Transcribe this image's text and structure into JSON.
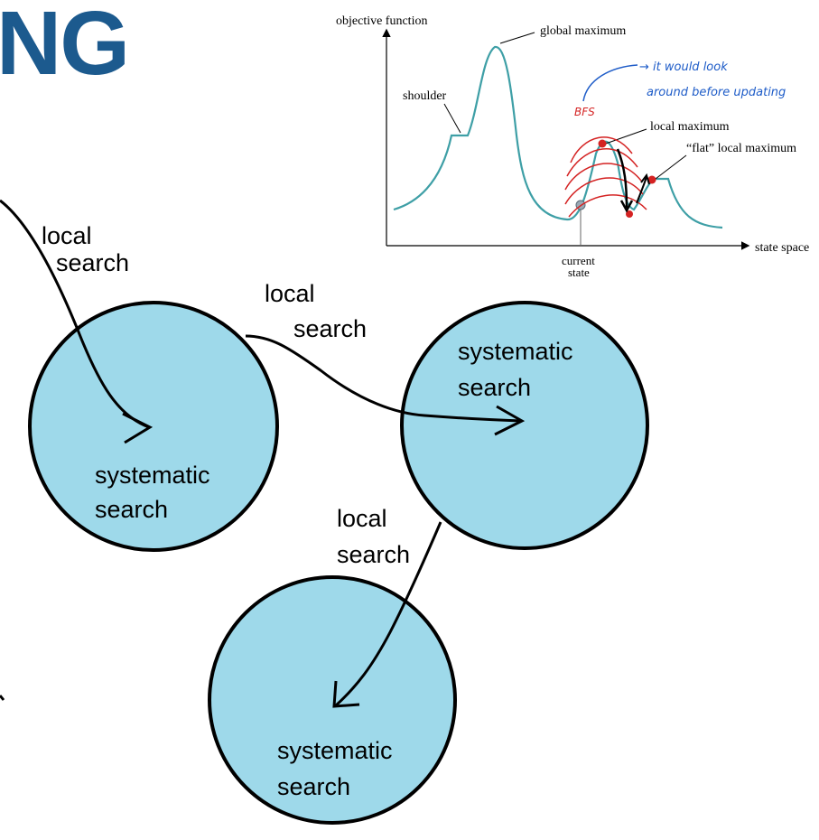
{
  "title": "NG",
  "inset": {
    "y_axis_label": "objective function",
    "x_axis_label": "state space",
    "labels": {
      "shoulder": "shoulder",
      "global_max": "global maximum",
      "local_max": "local maximum",
      "flat_local_max": "“flat” local maximum",
      "current_state_1": "current",
      "current_state_2": "state"
    },
    "annotations": {
      "bfs": "BFS",
      "note_1": "→ it would look",
      "note_2": "around before updating"
    }
  },
  "nodes": [
    {
      "label_1": "systematic",
      "label_2": "search"
    },
    {
      "label_1": "systematic",
      "label_2": "search"
    },
    {
      "label_1": "systematic",
      "label_2": "search"
    }
  ],
  "edges": [
    {
      "label_1": "local",
      "label_2": "search"
    },
    {
      "label_1": "local",
      "label_2": "search"
    },
    {
      "label_1": "local",
      "label_2": "search"
    }
  ],
  "colors": {
    "title": "#1c5a8e",
    "node_fill": "#9ed9ea",
    "curve": "#3e9fa6",
    "annotation_red": "#d42222",
    "annotation_blue": "#1e5cc8"
  }
}
